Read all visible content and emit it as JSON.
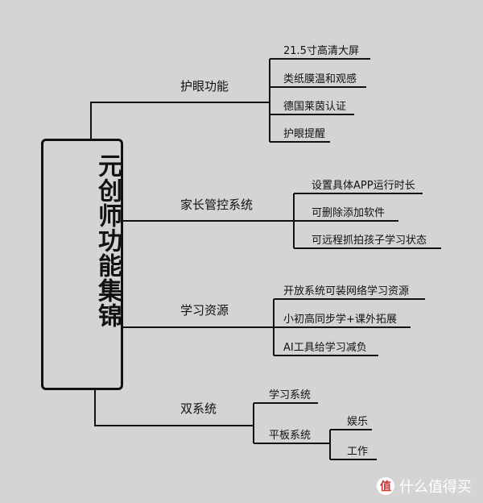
{
  "root": {
    "title": "元创师功能集锦"
  },
  "branches": [
    {
      "label": "护眼功能",
      "leaves": [
        "21.5寸高清大屏",
        "类纸膜温和观感",
        "德国莱茵认证",
        "护眼提醒"
      ]
    },
    {
      "label": "家长管控系统",
      "leaves": [
        "设置具体APP运行时长",
        "可删除添加软件",
        "可远程抓拍孩子学习状态"
      ]
    },
    {
      "label": "学习资源",
      "leaves": [
        "开放系统可装网络学习资源",
        "小初高同步学+课外拓展",
        "AI工具给学习减负"
      ]
    },
    {
      "label": "双系统",
      "children": [
        {
          "label": "学习系统"
        },
        {
          "label": "平板系统",
          "leaves": [
            "娱乐",
            "工作"
          ]
        }
      ]
    }
  ],
  "watermark": {
    "logo_char": "值",
    "text": "什么值得买"
  }
}
